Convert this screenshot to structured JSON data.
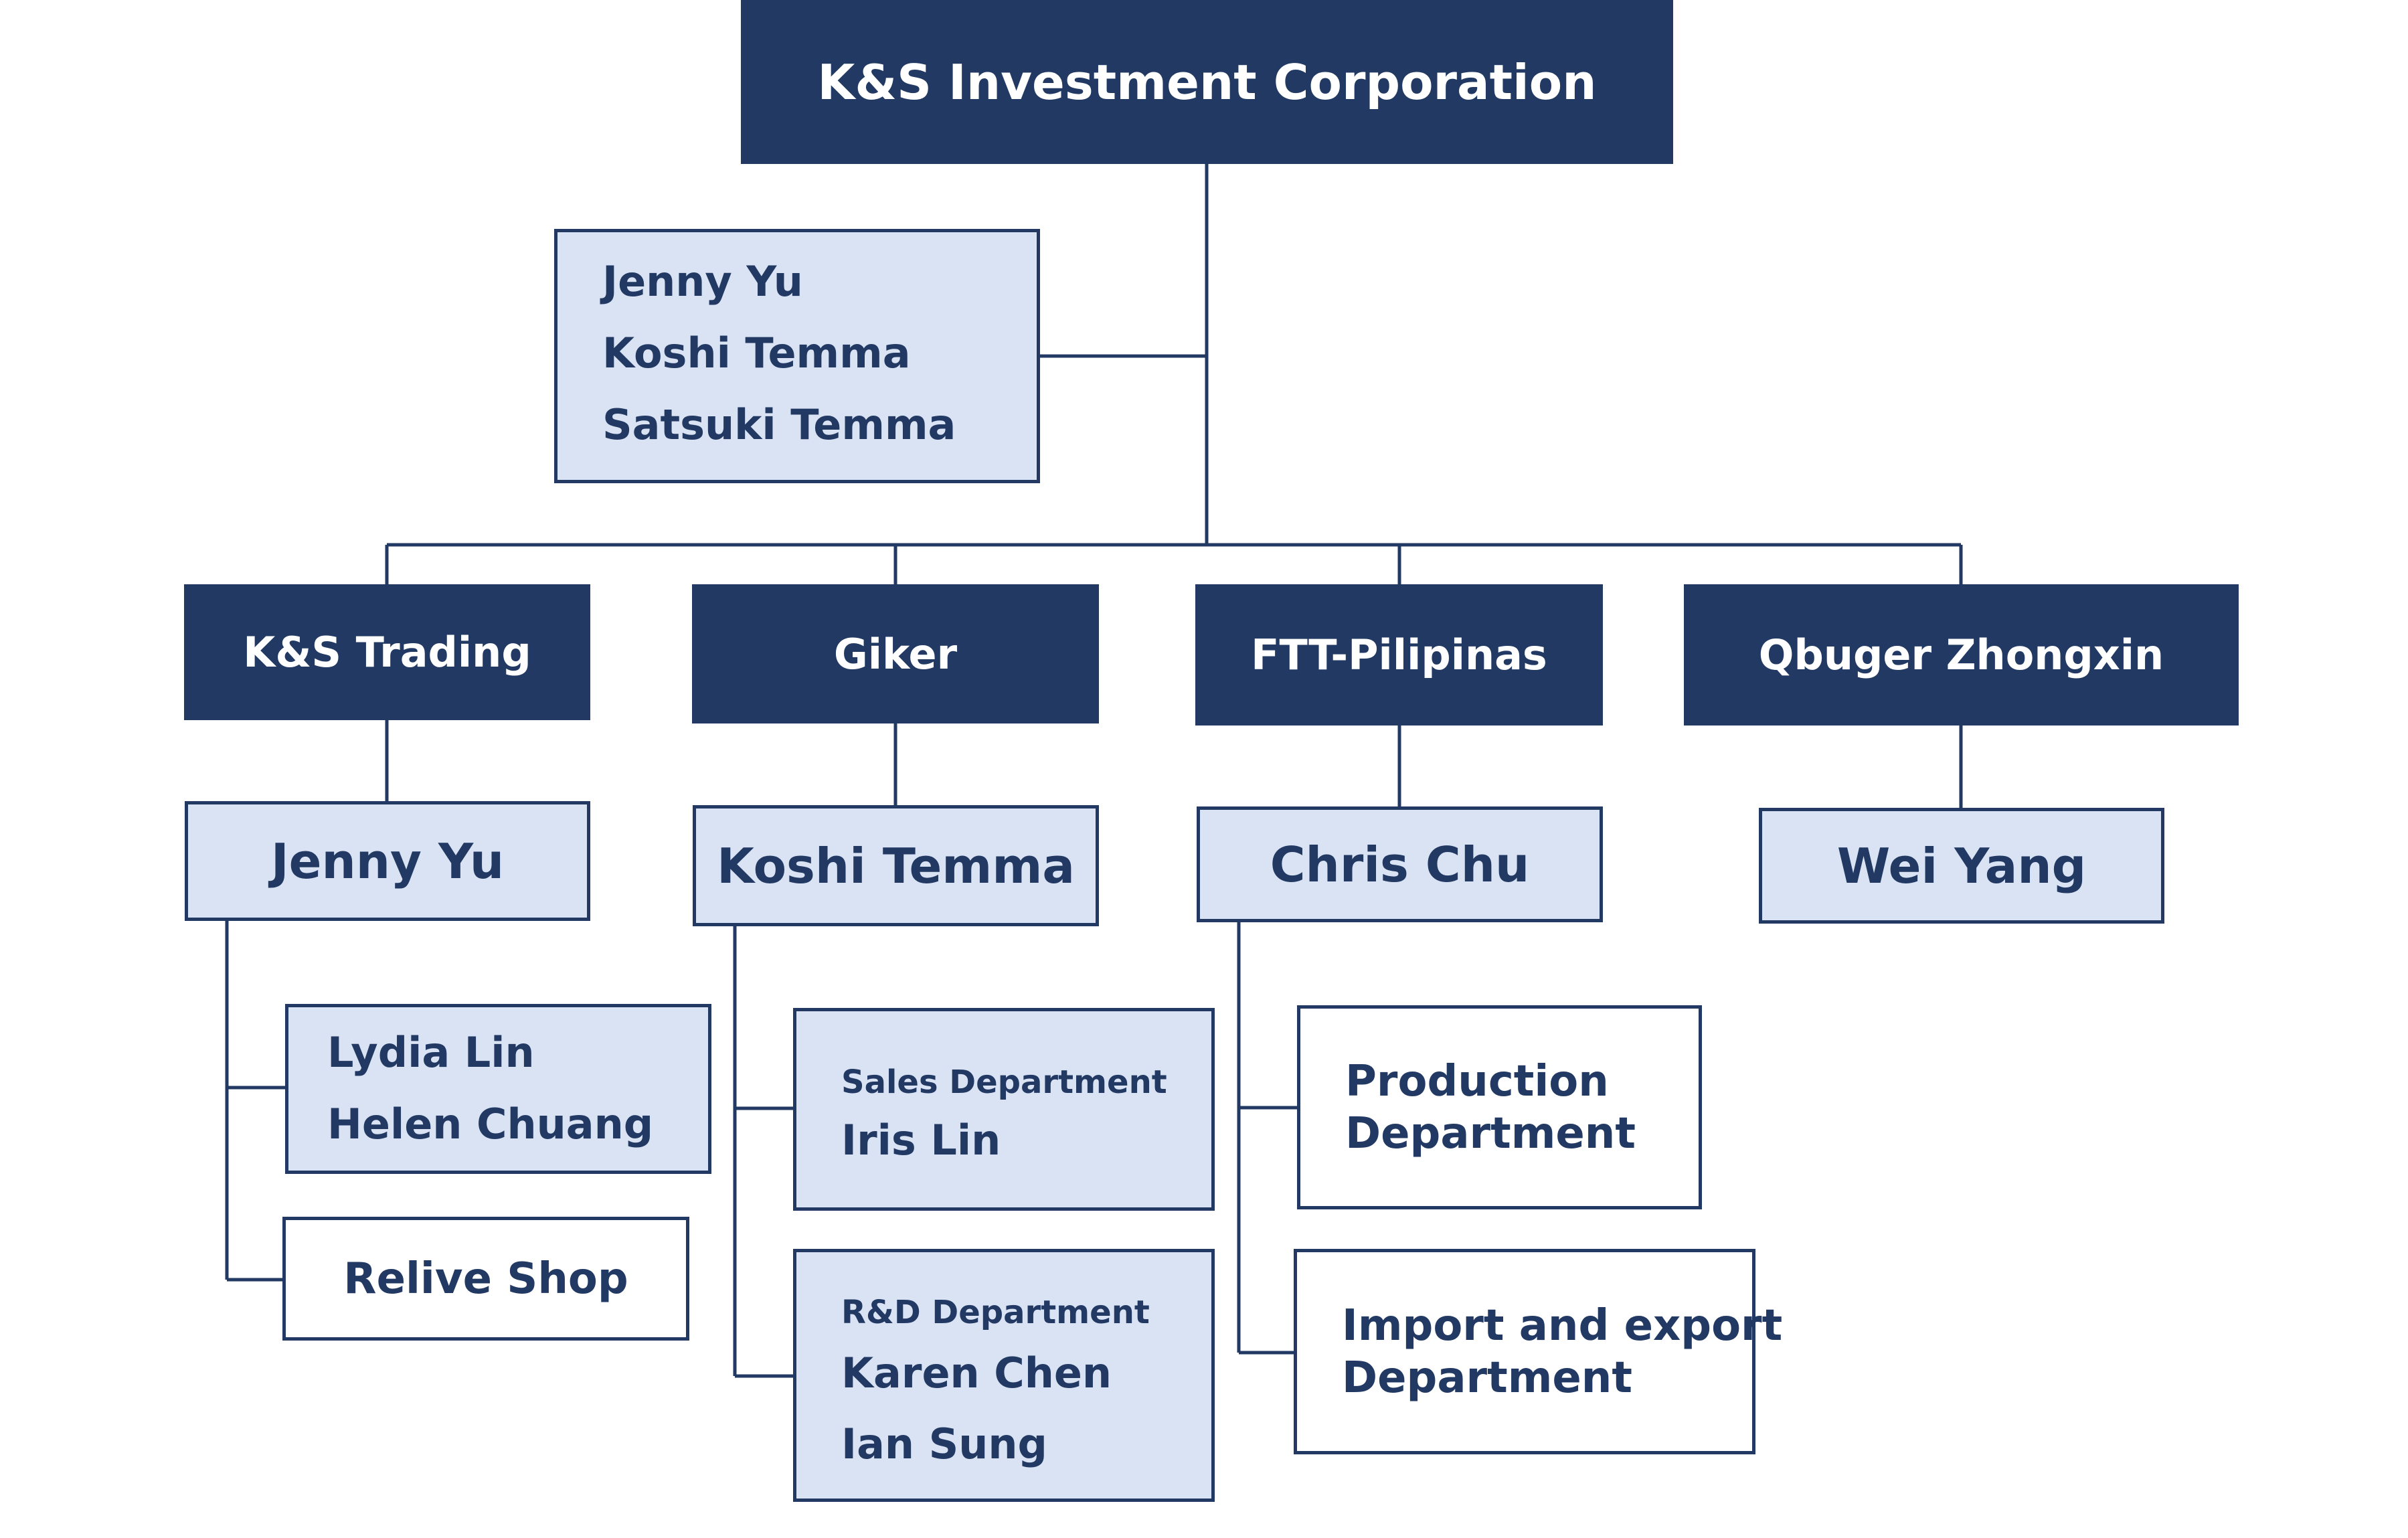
{
  "root": {
    "title": "K&S Investment Corporation"
  },
  "board": {
    "members": [
      "Jenny Yu",
      "Koshi Temma",
      "Satsuki Temma"
    ]
  },
  "companies": [
    {
      "name": "K&S Trading",
      "manager": "Jenny Yu"
    },
    {
      "name": "Giker",
      "manager": "Koshi Temma"
    },
    {
      "name": "FTT-Pilipinas",
      "manager": "Chris Chu"
    },
    {
      "name": "Qbuger Zhongxin",
      "manager": "Wei Yang"
    }
  ],
  "ks_trading": {
    "staff": [
      "Lydia Lin",
      "Helen Chuang"
    ],
    "shop": "Relive Shop"
  },
  "giker": {
    "sales": {
      "label": "Sales Department",
      "members": [
        "Iris Lin"
      ]
    },
    "rnd": {
      "label": "R&D Department",
      "members": [
        "Karen Chen",
        "Ian Sung"
      ]
    }
  },
  "ftt": {
    "production": {
      "line1": "Production",
      "line2": "Department"
    },
    "import_export": {
      "line1": "Import and export",
      "line2": "Department"
    }
  },
  "colors": {
    "dark": "#213963",
    "light": "#dae3f3",
    "line": "#213963"
  }
}
